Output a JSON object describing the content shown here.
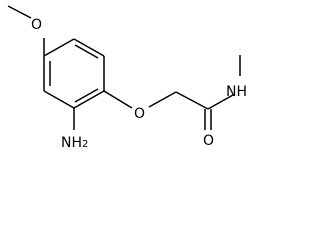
{
  "structure": {
    "atoms": {
      "methoxy_oxygen": "O",
      "amine_nitrogen": "N",
      "amine_hydrogens": "H",
      "amine_subscript": "2",
      "ether_oxygen": "O",
      "carbonyl_oxygen": "O",
      "amide_nitrogen": "N",
      "amide_hydrogen": "H"
    },
    "colors": {
      "bond": "#000000",
      "label": "#000000",
      "background": "#ffffff"
    }
  }
}
